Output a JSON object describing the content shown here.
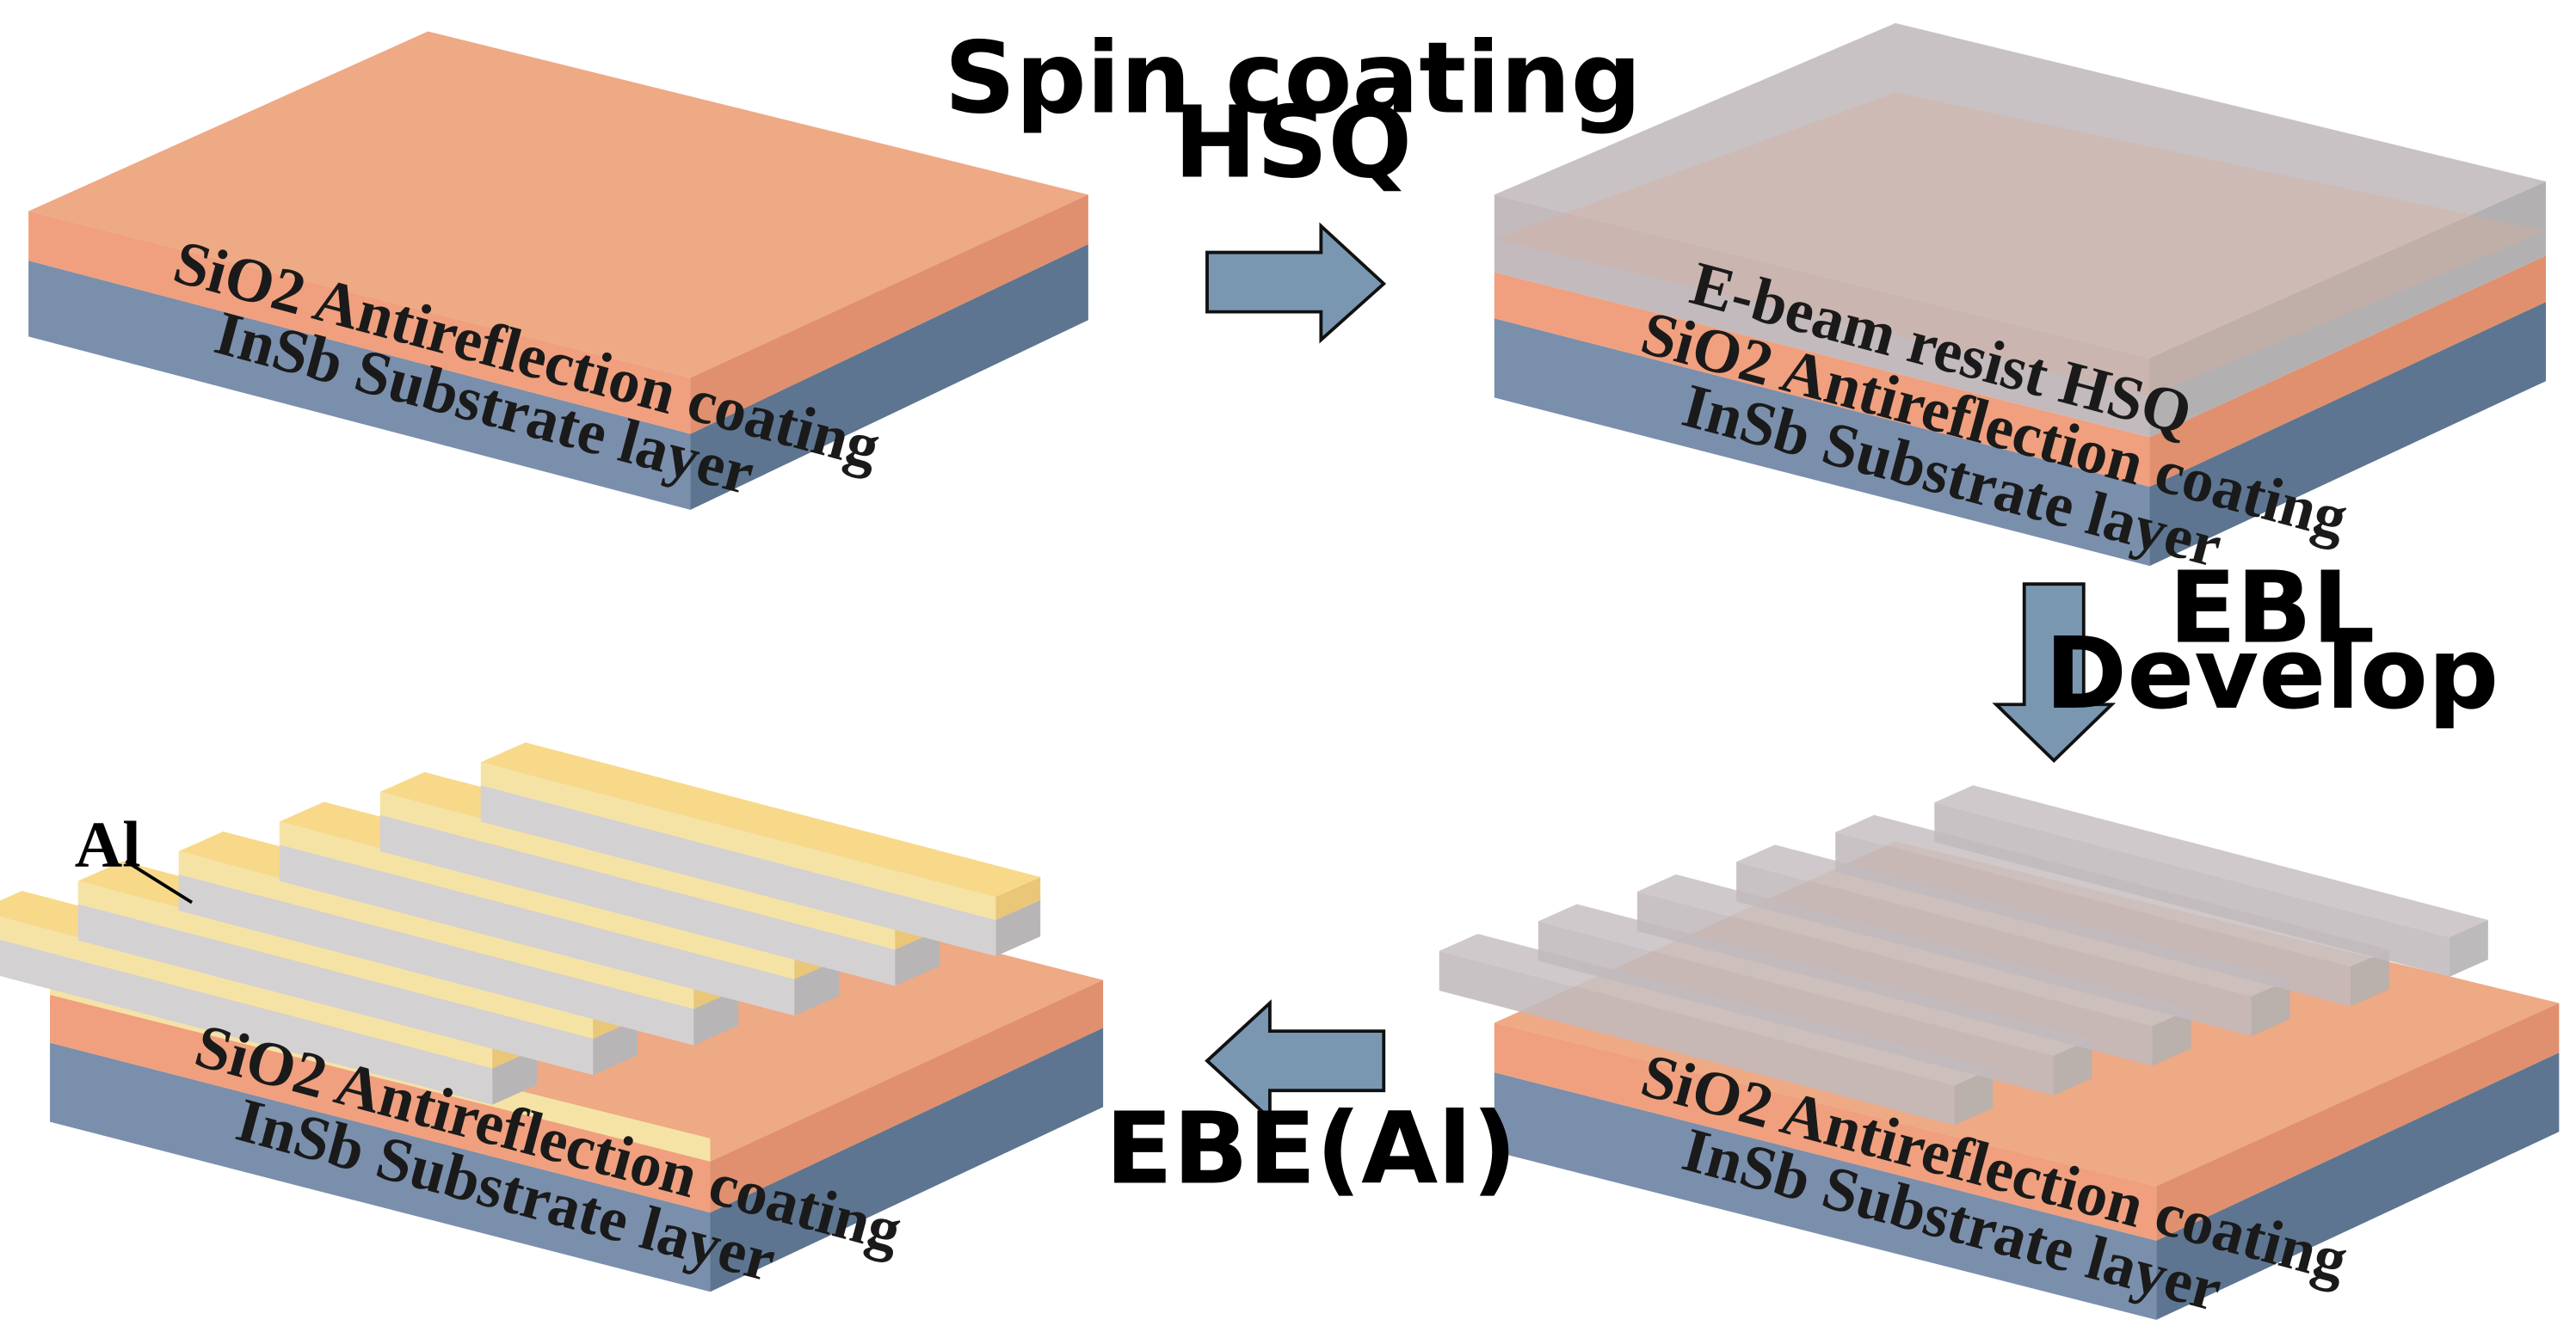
{
  "colors": {
    "substrate_front": "#7a8fac",
    "substrate_side": "#5d7590",
    "sio2_top": "#eea985",
    "sio2_front": "#f0a07e",
    "sio2_side": "#e0906e",
    "hsq_top": "#c8c2c4",
    "hsq_front": "#c2babd",
    "hsq_side": "#b3b0b2",
    "al_top": "#f8d98a",
    "al_front": "#f5e3a6",
    "al_side": "#e9c678",
    "arrow_fill": "#7a97b2",
    "arrow_stroke": "#111111"
  },
  "steps": {
    "spin_coating": {
      "line1": "Spin coating",
      "line2": "HSQ",
      "arrow_icon": "arrow-right-icon"
    },
    "ebl_develop": {
      "line1": "EBL",
      "line2": "Develop",
      "arrow_icon": "arrow-down-icon"
    },
    "ebe_al": {
      "line1": "EBE(Al)",
      "arrow_icon": "arrow-left-icon"
    }
  },
  "panels": {
    "substrate": {
      "sio2_label": "SiO2 Antireflection coating",
      "insb_label": "InSb Substrate layer"
    },
    "hsq_coated": {
      "hsq_label": "E-beam resist HSQ",
      "sio2_label": "SiO2 Antireflection coating",
      "insb_label": "InSb Substrate layer"
    },
    "developed": {
      "sio2_label": "SiO2 Antireflection coating",
      "insb_label": "InSb Substrate layer"
    },
    "aluminum": {
      "al_label": "Al",
      "sio2_label": "SiO2 Antireflection coating",
      "insb_label": "InSb Substrate layer"
    }
  }
}
